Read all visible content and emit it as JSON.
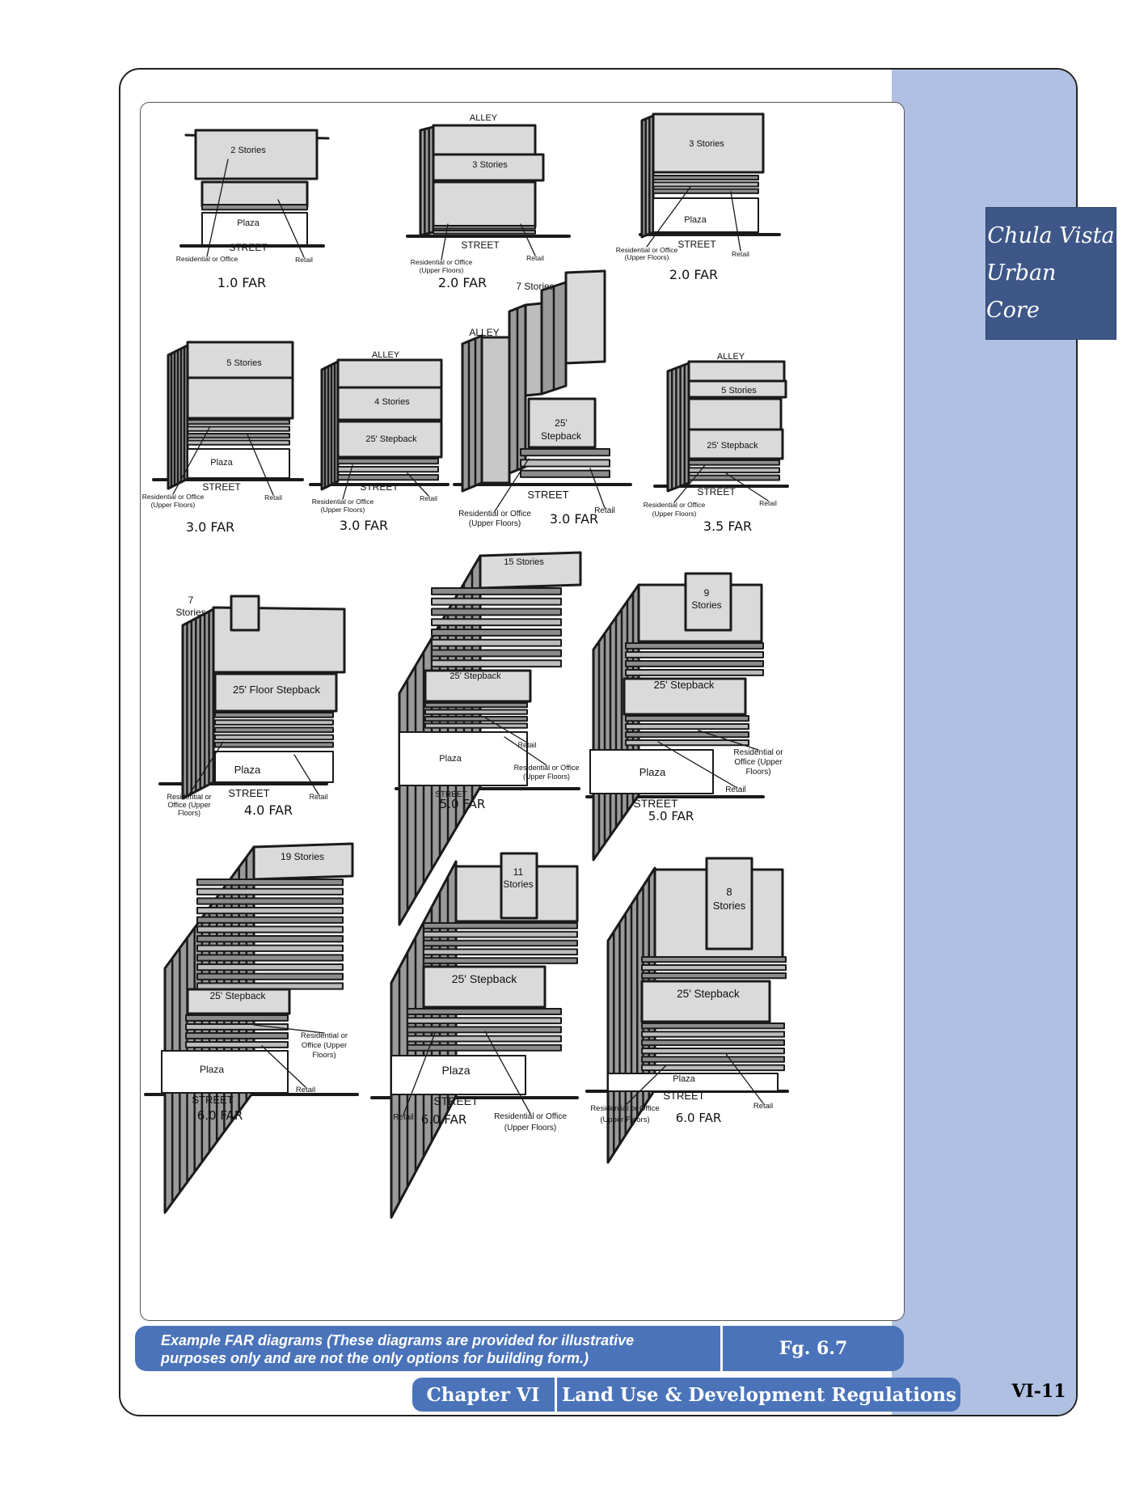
{
  "tab": {
    "line1": "Chula Vista",
    "line2": "Urban Core"
  },
  "caption": {
    "text": "Example FAR diagrams (These diagrams are provided for illustrative purposes only and are not the only options for building form.)",
    "figure": "Fg. 6.7"
  },
  "footer": {
    "chapter": "Chapter VI",
    "title": "Land Use & Development Regulations",
    "page_number": "VI-11"
  },
  "diagrams": [
    {
      "id": "d1",
      "far": "1.0 FAR",
      "labels": [
        "2 Stories",
        "Plaza",
        "STREET",
        "Residential or Office",
        "Retail"
      ]
    },
    {
      "id": "d2",
      "far": "2.0 FAR",
      "labels": [
        "ALLEY",
        "3 Stories",
        "STREET",
        "Residential or Office",
        "(Upper Floors)",
        "Retail"
      ]
    },
    {
      "id": "d3",
      "far": "2.0 FAR",
      "labels": [
        "3 Stories",
        "Plaza",
        "STREET",
        "Residential or Office",
        "(Upper Floors)",
        "Retail"
      ]
    },
    {
      "id": "d4",
      "far": "3.0 FAR",
      "labels": [
        "5 Stories",
        "Plaza",
        "STREET",
        "Residential or Office",
        "(Upper Floors)",
        "Retail"
      ]
    },
    {
      "id": "d5",
      "far": "3.0 FAR",
      "labels": [
        "ALLEY",
        "4 Stories",
        "25' Stepback",
        "STREET",
        "Residential or Office",
        "(Upper Floors)",
        "Retail"
      ]
    },
    {
      "id": "d6",
      "far": "3.0 FAR",
      "labels": [
        "7 Stories",
        "ALLEY",
        "25'",
        "Stepback",
        "STREET",
        "Residential or Office",
        "(Upper Floors)",
        "Retail"
      ]
    },
    {
      "id": "d7",
      "far": "3.5 FAR",
      "labels": [
        "ALLEY",
        "5 Stories",
        "25' Stepback",
        "STREET",
        "Residential or Office",
        "(Upper Floors)",
        "Retail"
      ]
    },
    {
      "id": "d8",
      "far": "4.0 FAR",
      "labels": [
        "7",
        "Stories",
        "25' Floor Stepback",
        "Plaza",
        "STREET",
        "Residential or",
        "Office (Upper",
        "Floors)",
        "Retail"
      ]
    },
    {
      "id": "d9",
      "far": "5.0 FAR",
      "labels": [
        "15 Stories",
        "25' Stepback",
        "Retail",
        "Residential or Office",
        "(Upper Floors)",
        "Plaza",
        "STREET"
      ]
    },
    {
      "id": "d10",
      "far": "5.0 FAR",
      "labels": [
        "9",
        "Stories",
        "25' Stepback",
        "Residential or",
        "Office (Upper",
        "Floors)",
        "Plaza",
        "Retail",
        "STREET"
      ]
    },
    {
      "id": "d11",
      "far": "6.0 FAR",
      "labels": [
        "19 Stories",
        "25' Stepback",
        "Residential or",
        "Office (Upper",
        "Floors)",
        "Plaza",
        "Retail",
        "STREET"
      ]
    },
    {
      "id": "d12",
      "far": "6.0 FAR",
      "labels": [
        "11",
        "Stories",
        "25' Stepback",
        "Plaza",
        "STREET",
        "Retail",
        "Residential or Office",
        "(Upper Floors)"
      ]
    },
    {
      "id": "d13",
      "far": "6.0 FAR",
      "labels": [
        "8",
        "Stories",
        "25' Stepback",
        "Plaza",
        "STREET",
        "Residential or Office",
        "(Upper Floors)",
        "Retail"
      ]
    }
  ]
}
